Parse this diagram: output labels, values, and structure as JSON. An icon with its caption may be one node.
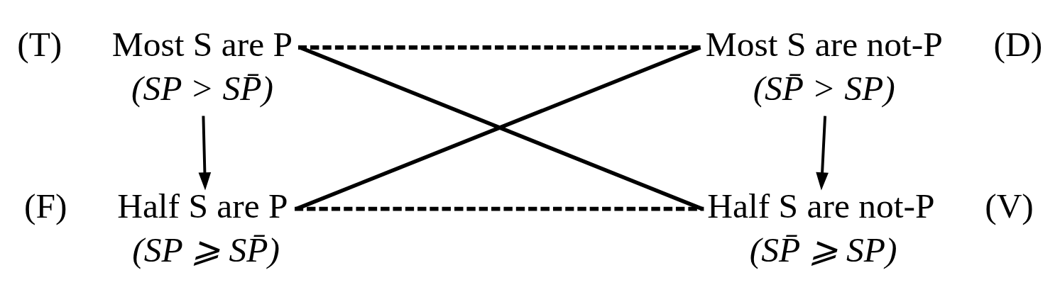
{
  "diagram": {
    "nodes": [
      {
        "text": [
          "Most S are P",
          "(SP > SP̄)"
        ],
        "beside": [
          "(T)"
        ]
      },
      {
        "text": [
          "Most S are not-P",
          "(SP̄ > SP)"
        ],
        "beside": [
          "(D)"
        ]
      },
      {
        "text": [
          "Half S are P",
          "(SP ⩾ SP̄)"
        ],
        "beside": [
          "(F)"
        ]
      },
      {
        "text": [
          "Half S are not-P",
          "(SP̄ ⩾ SP)"
        ],
        "beside": [
          "(V)"
        ]
      }
    ],
    "edges": [
      {
        "from": 0,
        "to": 1,
        "arrow": "none",
        "style": "dashed"
      },
      {
        "from": 0,
        "to": 2,
        "arrow": "to"
      },
      {
        "from": 1,
        "to": 3,
        "arrow": "to"
      },
      {
        "from": 0,
        "to": 3,
        "arrow": "none"
      },
      {
        "from": 1,
        "to": 2,
        "arrow": "none"
      },
      {
        "from": 2,
        "to": 3,
        "arrow": "none",
        "style": "dashed"
      }
    ]
  }
}
